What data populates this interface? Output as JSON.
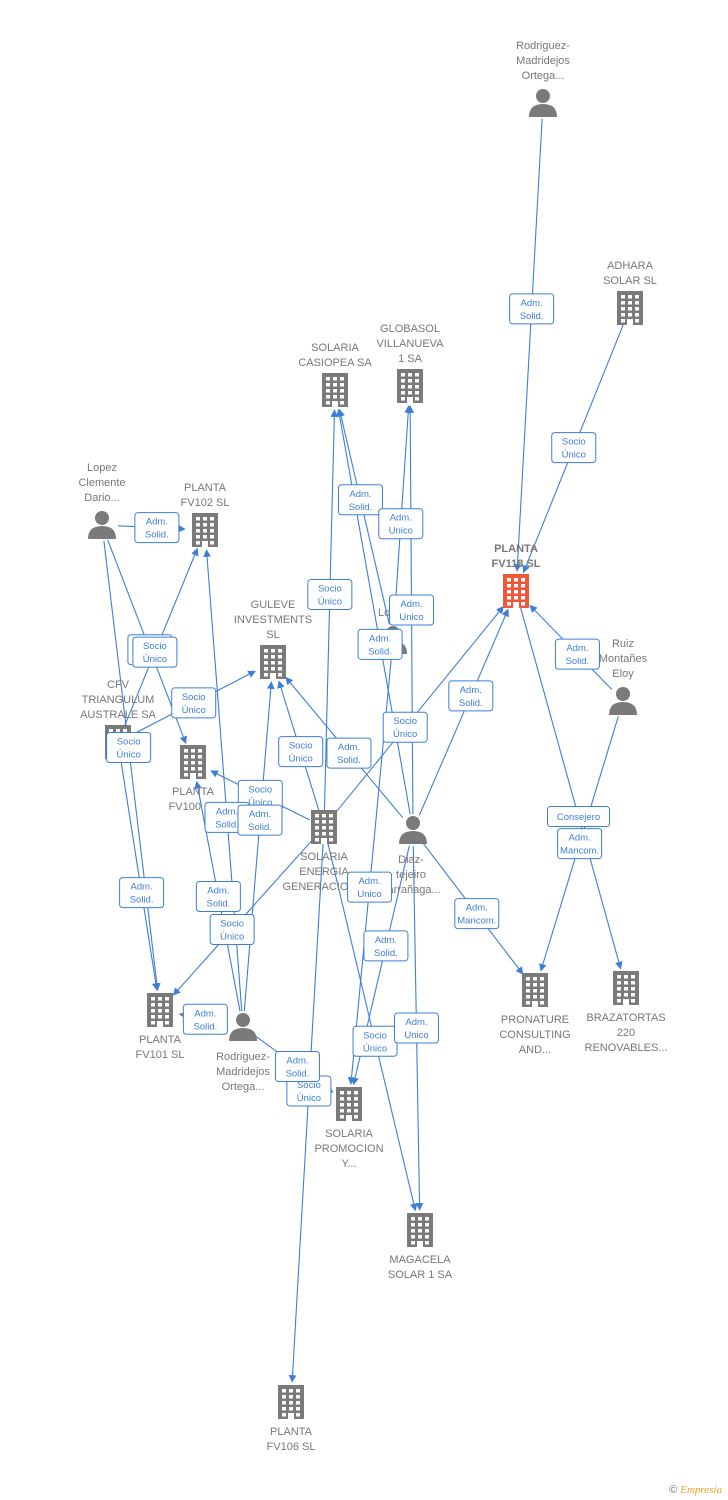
{
  "colors": {
    "edge": "#3d7fd6",
    "node": "#7a7a7a",
    "focus": "#f0583a"
  },
  "nodes": [
    {
      "id": "rodriguez_top",
      "type": "person",
      "label": [
        "Rodriguez-",
        "Madridejos",
        "Ortega..."
      ]
    },
    {
      "id": "adhara",
      "type": "company",
      "label": [
        "ADHARA",
        "SOLAR  SL"
      ]
    },
    {
      "id": "solaria_casiopea",
      "type": "company",
      "label": [
        "SOLARIA",
        "CASIOPEA SA"
      ]
    },
    {
      "id": "globasol",
      "type": "company",
      "label": [
        "GLOBASOL",
        "VILLANUEVA",
        "1 SA"
      ]
    },
    {
      "id": "lopez_clemente",
      "type": "person",
      "label": [
        "Lopez",
        "Clemente",
        "Dario..."
      ]
    },
    {
      "id": "planta_fv102",
      "type": "company",
      "label": [
        "PLANTA",
        "FV102  SL"
      ]
    },
    {
      "id": "planta_fv118",
      "type": "focus",
      "label": [
        "PLANTA",
        "FV118  SL"
      ]
    },
    {
      "id": "guleve",
      "type": "company",
      "label": [
        "GULEVE",
        "INVESTMENTS",
        "SL"
      ]
    },
    {
      "id": "lopez_mid",
      "type": "person",
      "label": [
        "Lopez"
      ]
    },
    {
      "id": "ruiz",
      "type": "person",
      "label": [
        "Ruiz",
        "Montañes",
        "Eloy"
      ]
    },
    {
      "id": "cfv",
      "type": "company",
      "label": [
        "CFV",
        "TRIANGULUM",
        "AUSTRALE SA"
      ]
    },
    {
      "id": "planta_fv100",
      "type": "company",
      "label": [
        "PLANTA",
        "FV100  SL"
      ]
    },
    {
      "id": "solaria_energia",
      "type": "company",
      "label": [
        "SOLARIA",
        "ENERGIA",
        "GENERACION..."
      ]
    },
    {
      "id": "diaz",
      "type": "person",
      "label": [
        "Diaz-",
        "tejeiro",
        "Larrañaga..."
      ]
    },
    {
      "id": "pronature",
      "type": "company",
      "label": [
        "PRONATURE",
        "CONSULTING",
        "AND..."
      ]
    },
    {
      "id": "brazatortas",
      "type": "company",
      "label": [
        "BRAZATORTAS",
        "220",
        "RENOVABLES..."
      ]
    },
    {
      "id": "planta_fv101",
      "type": "company",
      "label": [
        "PLANTA",
        "FV101  SL"
      ]
    },
    {
      "id": "rodriguez_bottom",
      "type": "person",
      "label": [
        "Rodriguez-",
        "Madridejos",
        "Ortega..."
      ]
    },
    {
      "id": "solaria_promocion",
      "type": "company",
      "label": [
        "SOLARIA",
        "PROMOCION",
        "Y..."
      ]
    },
    {
      "id": "magacela",
      "type": "company",
      "label": [
        "MAGACELA",
        "SOLAR 1 SA"
      ]
    },
    {
      "id": "planta_fv106",
      "type": "company",
      "label": [
        "PLANTA",
        "FV106  SL"
      ]
    }
  ],
  "relations": [
    {
      "from": "rodriguez_top",
      "to": "planta_fv118",
      "label": [
        "Adm.",
        "Solid."
      ]
    },
    {
      "from": "adhara",
      "to": "planta_fv118",
      "label": [
        "Socio",
        "Único"
      ]
    },
    {
      "from": "lopez_clemente",
      "to": "planta_fv102",
      "label": [
        "Adm.",
        "Solid."
      ]
    },
    {
      "from": "lopez_clemente",
      "to": "planta_fv101",
      "label": [
        "Socio",
        "Único"
      ]
    },
    {
      "from": "lopez_clemente",
      "to": "planta_fv100",
      "label": [
        "Adm.",
        "Solid."
      ]
    },
    {
      "from": "cfv",
      "to": "planta_fv102",
      "label": [
        "Socio",
        "Único"
      ]
    },
    {
      "from": "cfv",
      "to": "guleve",
      "label": [
        "Socio",
        "Único"
      ]
    },
    {
      "from": "cfv",
      "to": "planta_fv101",
      "label": [
        "Adm.",
        "Solid."
      ]
    },
    {
      "from": "solaria_energia",
      "to": "guleve",
      "label": [
        "Socio",
        "Único"
      ]
    },
    {
      "from": "solaria_energia",
      "to": "solaria_casiopea",
      "label": [
        "Socio",
        "Único"
      ]
    },
    {
      "from": "solaria_energia",
      "to": "planta_fv118",
      "label": [
        "Socio",
        "Único"
      ]
    },
    {
      "from": "solaria_energia",
      "to": "planta_fv100",
      "label": [
        "Socio",
        "Único"
      ]
    },
    {
      "from": "solaria_energia",
      "to": "planta_fv101",
      "label": [
        "Socio",
        "Único"
      ]
    },
    {
      "from": "solaria_energia",
      "to": "planta_fv106",
      "label": [
        "Socio",
        "Único"
      ]
    },
    {
      "from": "solaria_energia",
      "to": "magacela",
      "label": [
        "Socio",
        "Único"
      ]
    },
    {
      "from": "diaz",
      "to": "solaria_casiopea",
      "label": [
        "Adm.",
        "Solid."
      ]
    },
    {
      "from": "diaz",
      "to": "globasol",
      "label": [
        "Adm.",
        "Unico"
      ]
    },
    {
      "from": "diaz",
      "to": "planta_fv118",
      "label": [
        "Adm.",
        "Solid."
      ]
    },
    {
      "from": "diaz",
      "to": "guleve",
      "label": [
        "Adm.",
        "Solid."
      ]
    },
    {
      "from": "diaz",
      "to": "pronature",
      "label": [
        "Adm.",
        "Mancom."
      ]
    },
    {
      "from": "diaz",
      "to": "solaria_promocion",
      "label": [
        "Adm.",
        "Solid."
      ]
    },
    {
      "from": "diaz",
      "to": "magacela",
      "label": [
        "Adm.",
        "Unico"
      ]
    },
    {
      "from": "lopez_mid",
      "to": "solaria_casiopea",
      "label": [
        "Adm.",
        "Solid."
      ]
    },
    {
      "from": "lopez_mid",
      "to": "globasol",
      "label": [
        "Adm.",
        "Unico"
      ]
    },
    {
      "from": "lopez_mid",
      "to": "solaria_promocion",
      "label": [
        "Adm.",
        "Unico"
      ]
    },
    {
      "from": "rodriguez_bottom",
      "to": "planta_fv102",
      "label": [
        "Adm.",
        "Solid."
      ]
    },
    {
      "from": "rodriguez_bottom",
      "to": "planta_fv100",
      "label": [
        "Adm.",
        "Solid."
      ]
    },
    {
      "from": "rodriguez_bottom",
      "to": "guleve",
      "label": [
        "Adm.",
        "Solid."
      ]
    },
    {
      "from": "rodriguez_bottom",
      "to": "planta_fv101",
      "label": [
        "Adm.",
        "Solid."
      ]
    },
    {
      "from": "rodriguez_bottom",
      "to": "solaria_promocion",
      "label": [
        "Adm.",
        "Solid."
      ]
    },
    {
      "from": "ruiz",
      "to": "planta_fv118",
      "label": [
        "Adm.",
        "Solid."
      ]
    },
    {
      "from": "ruiz",
      "to": "pronature",
      "label": [
        "Adm.",
        "Mancom."
      ]
    },
    {
      "from": "planta_fv118",
      "to": "brazatortas",
      "label": [
        "Consejero"
      ]
    }
  ],
  "footer": {
    "copyright": "©",
    "brand": "Empresia"
  }
}
